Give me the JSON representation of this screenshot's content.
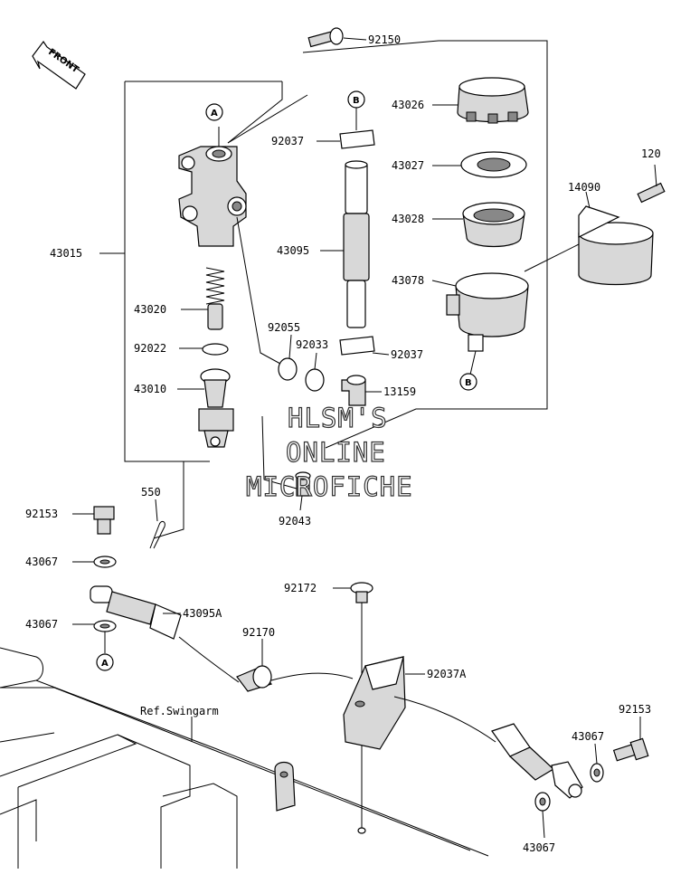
{
  "front_label": "FRONT",
  "labels": {
    "p92150": "92150",
    "p43026": "43026",
    "p92037a": "92037",
    "p43027": "43027",
    "p120": "120",
    "p14090": "14090",
    "p43028": "43028",
    "p43015": "43015",
    "p43095": "43095",
    "p43078": "43078",
    "p43020": "43020",
    "p92055": "92055",
    "p92033": "92033",
    "p92022": "92022",
    "p92037b": "92037",
    "p43010": "43010",
    "p13159": "13159",
    "p550": "550",
    "p92153a": "92153",
    "p92043": "92043",
    "p43067a": "43067",
    "p92172": "92172",
    "p43095a": "43095A",
    "p43067b": "43067",
    "p92170": "92170",
    "p92037A": "92037A",
    "ref_swingarm": "Ref.Swingarm",
    "p92153b": "92153",
    "p43067c": "43067",
    "p43067d": "43067"
  },
  "markers": {
    "a_top": "A",
    "b_top": "B",
    "b_bottom": "B",
    "a_bottom": "A"
  },
  "watermark": {
    "line1": "HLSM'S",
    "line2": "ONLINE",
    "line3": "MICROFICHE"
  }
}
